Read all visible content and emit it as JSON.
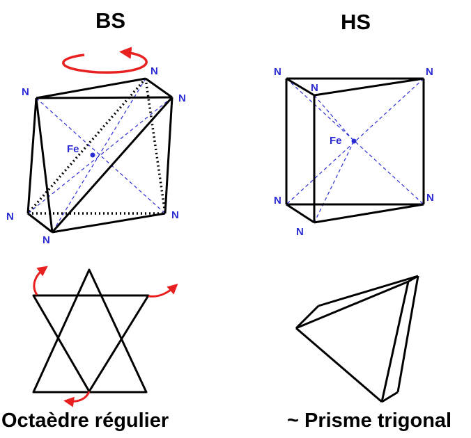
{
  "diagram": {
    "left": {
      "title": "BS",
      "center_label": "Fe",
      "vertex_label": "N",
      "caption": "Octaèdre régulier"
    },
    "right": {
      "title": "HS",
      "center_label": "Fe",
      "vertex_label": "N",
      "caption": "~ Prisme trigonal"
    }
  },
  "colors": {
    "edge": "#000000",
    "label": "#2b2bd6",
    "axis": "#2b2bd6",
    "rotation_arrow": "#e82020"
  }
}
